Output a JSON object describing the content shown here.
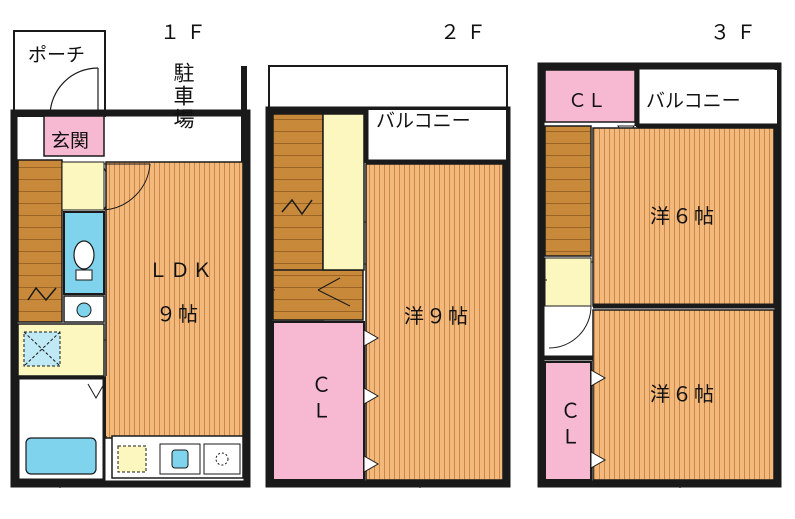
{
  "floors": {
    "f1": {
      "title": "１Ｆ",
      "porch": "ポーチ",
      "entrance": "玄関",
      "parking": "駐車場",
      "ldk_label": "ＬＤＫ",
      "ldk_size": "９帖"
    },
    "f2": {
      "title": "２Ｆ",
      "balcony": "バルコニー",
      "room_label": "洋９帖",
      "closet": "ＣＬ"
    },
    "f3": {
      "title": "３Ｆ",
      "closet_top": "ＣＬ",
      "balcony": "バルコニー",
      "room_upper": "洋６帖",
      "room_lower": "洋６帖",
      "closet_lower": "ＣＬ"
    }
  },
  "colors": {
    "wall": "#1a1a1a",
    "flooring": "#f2b577",
    "flooring_line": "#cf8a4a",
    "stairs": "#c98b3a",
    "closet": "#f7b8d2",
    "yellow": "#fbf7bf",
    "bath": "#7fd3ec",
    "lightblue": "#bfe9f4"
  }
}
